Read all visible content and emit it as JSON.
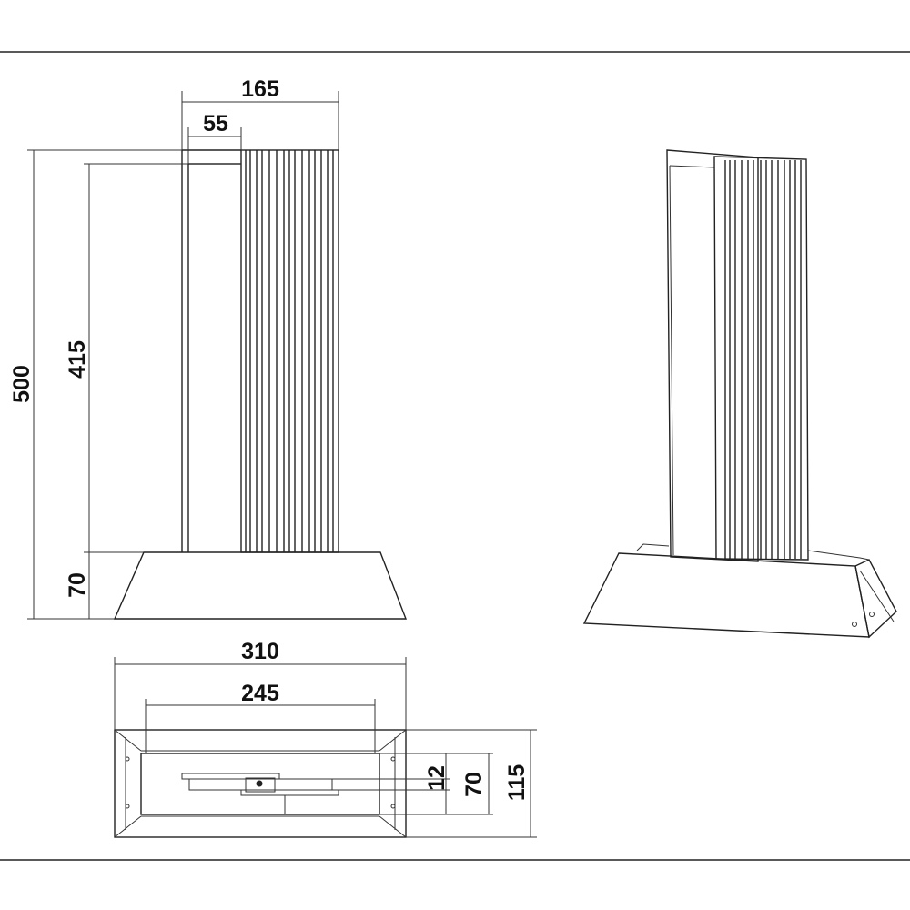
{
  "drawing": {
    "front_view": {
      "overall_width": "165",
      "panel_width": "55",
      "overall_height": "500",
      "column_height": "415",
      "base_height": "70"
    },
    "plan_view": {
      "base_width": "310",
      "inner_width": "245",
      "burner_depth": "12",
      "inner_depth": "70",
      "base_depth": "115"
    }
  }
}
